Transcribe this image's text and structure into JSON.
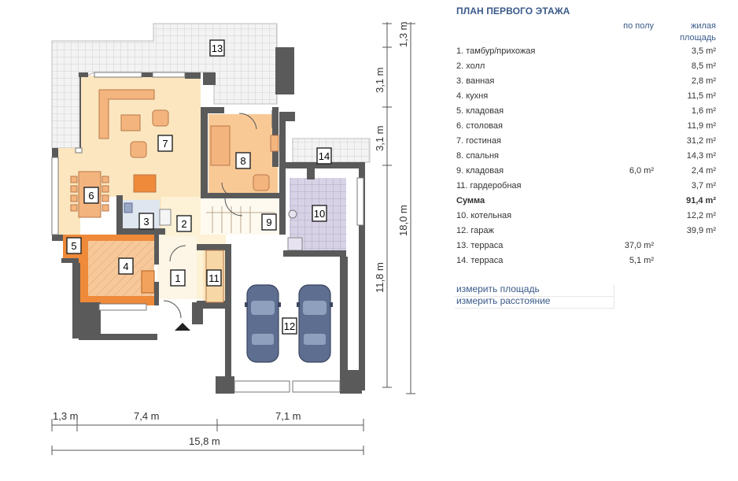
{
  "panel": {
    "title": "ПЛАН ПЕРВОГО ЭТАЖА",
    "col_floor": "по полу",
    "col_living_1": "жилая",
    "col_living_2": "площадь",
    "rows": [
      {
        "name": "1. тамбур/прихожая",
        "floor": "",
        "living": "3,5 m²",
        "bold": false
      },
      {
        "name": "2. холл",
        "floor": "",
        "living": "8,5 m²",
        "bold": false
      },
      {
        "name": "3. ванная",
        "floor": "",
        "living": "2,8 m²",
        "bold": false
      },
      {
        "name": "4. кухня",
        "floor": "",
        "living": "11,5 m²",
        "bold": false
      },
      {
        "name": "5. кладовая",
        "floor": "",
        "living": "1,6 m²",
        "bold": false
      },
      {
        "name": "6. столовая",
        "floor": "",
        "living": "11,9 m²",
        "bold": false
      },
      {
        "name": "7. гостиная",
        "floor": "",
        "living": "31,2 m²",
        "bold": false
      },
      {
        "name": "8. спальня",
        "floor": "",
        "living": "14,3 m²",
        "bold": false
      },
      {
        "name": "9. кладовая",
        "floor": "6,0 m²",
        "living": "2,4 m²",
        "bold": false
      },
      {
        "name": "11. гардеробная",
        "floor": "",
        "living": "3,7 m²",
        "bold": false
      },
      {
        "name": "Сумма",
        "floor": "",
        "living": "91,4 m²",
        "bold": true
      },
      {
        "name": "10. котельная",
        "floor": "",
        "living": "12,2 m²",
        "bold": false
      },
      {
        "name": "12. гараж",
        "floor": "",
        "living": "39,9 m²",
        "bold": false
      },
      {
        "name": "13. терраса",
        "floor": "37,0 m²",
        "living": "",
        "bold": false
      },
      {
        "name": "14. терраса",
        "floor": "5,1 m²",
        "living": "",
        "bold": false
      }
    ],
    "link_area": "измерить площадь",
    "link_distance": "измерить расстояние"
  },
  "plan": {
    "room_numbers": [
      "1",
      "2",
      "3",
      "4",
      "5",
      "6",
      "7",
      "8",
      "9",
      "10",
      "11",
      "12",
      "13",
      "14"
    ],
    "dim_bottom": [
      "1,3 m",
      "7,4 m",
      "7,1 m"
    ],
    "dim_total": "15,8 m",
    "dim_right": [
      "1,3 m",
      "3,1 m",
      "3,1 m",
      "11,8 m"
    ],
    "dim_right_total": "18,0 m",
    "colors": {
      "wall": "#5a5a5a",
      "living": "#fbe6bf",
      "bedroom": "#f9c995",
      "kitchen": "#ee8a3a",
      "boiler": "#d9d3e4",
      "terrace": "#efefef",
      "car": "#5d6e90"
    }
  }
}
